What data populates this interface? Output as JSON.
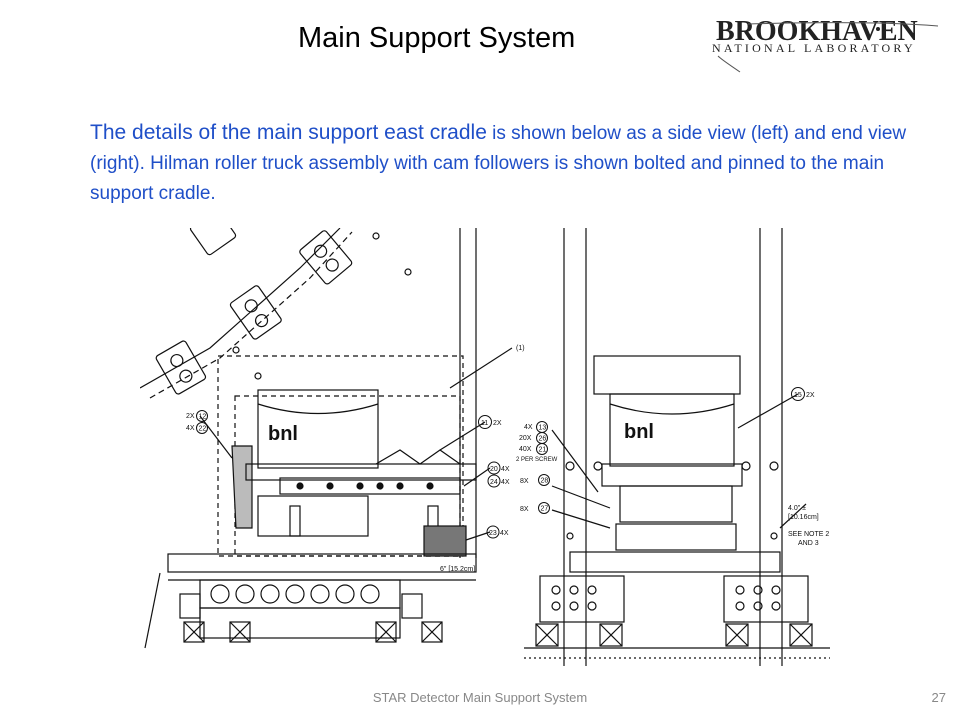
{
  "slide": {
    "title": "Main Support System",
    "logo": {
      "name": "BROOKHAVEN",
      "subtitle": "NATIONAL LABORATORY"
    },
    "body_part1": "The details of the main support east cradle",
    "body_part2": " is shown below as a side view (left) and end view (right). Hilman roller truck assembly with cam followers is shown bolted and pinned to the main support cradle.",
    "footer": "STAR Detector Main Support System",
    "page_number": "27"
  },
  "drawing": {
    "bnl_logo": "bnl",
    "side_callouts": [
      {
        "qty": "2X",
        "num": "12"
      },
      {
        "qty": "4X",
        "num": "22"
      },
      {
        "qty": "2X",
        "num": "11"
      },
      {
        "qty": "4X",
        "num": "20"
      },
      {
        "qty": "4X",
        "num": "24"
      },
      {
        "qty": "4X",
        "num": "23"
      }
    ],
    "side_note": "(1)",
    "side_dim": "6\" [15.2cm]",
    "end_callouts": [
      {
        "qty": "4X",
        "num": "13"
      },
      {
        "qty": "20X",
        "num": "26"
      },
      {
        "qty": "40X",
        "num": "21"
      },
      {
        "qty": "8X",
        "num": "28"
      },
      {
        "qty": "8X",
        "num": "27"
      },
      {
        "qty": "2X",
        "num": "15"
      }
    ],
    "end_note_per_screw": "2 PER SCREW",
    "end_dim_line1": "4.0\" ±",
    "end_dim_line2": "[10.16cm]",
    "end_note_line1": "SEE NOTE 2",
    "end_note_line2": "AND 3"
  }
}
